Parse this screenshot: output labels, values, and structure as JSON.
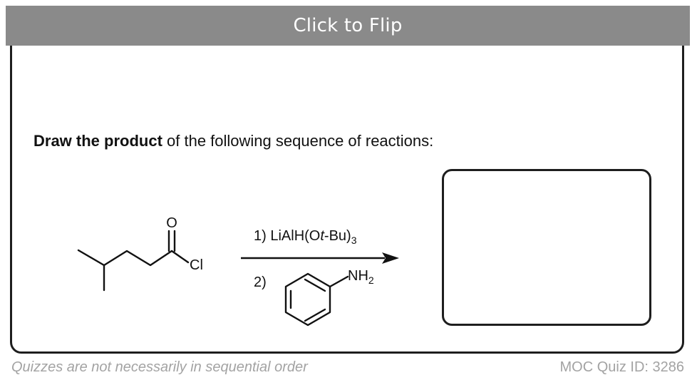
{
  "flip_label": "Click to Flip",
  "question": {
    "bold": "Draw the product",
    "rest": " of the following sequence of reactions:"
  },
  "reagents": {
    "step1_prefix": "1) LiAlH(O",
    "step1_italic": "t",
    "step1_suffix": "-Bu)",
    "step1_sub": "3",
    "step2_prefix": "2)",
    "amine": "NH",
    "amine_sub": "2"
  },
  "molecule_labels": {
    "oxygen": "O",
    "chlorine": "Cl"
  },
  "footer": {
    "note": "Quizzes are not necessarily in sequential order",
    "quiz_id": "MOC Quiz ID: 3286"
  },
  "colors": {
    "bar": "#8a8a8a",
    "border": "#1e1e1e",
    "footer_text": "#a3a3a3"
  }
}
